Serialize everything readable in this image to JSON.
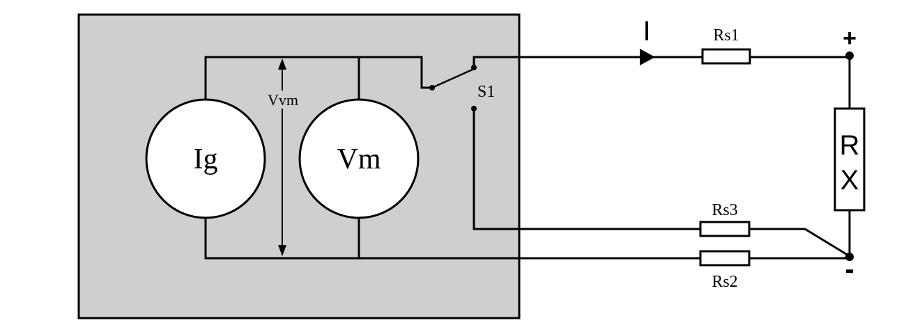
{
  "meters": {
    "ig": "Ig",
    "vm": "Vm"
  },
  "labels": {
    "vvm": "Vvm",
    "switch": "S1",
    "current": "I",
    "rs1": "Rs1",
    "rs2": "Rs2",
    "rs3": "Rs3",
    "rx_top": "R",
    "rx_bottom": "X",
    "plus": "+",
    "minus": "-"
  },
  "colors": {
    "instrument_box": "#cfcfcf",
    "wire": "#000000"
  }
}
